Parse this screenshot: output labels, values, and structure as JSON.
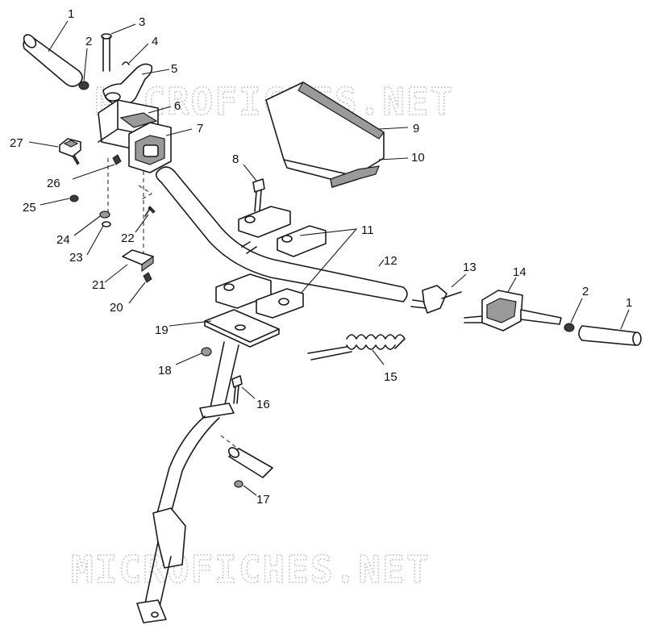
{
  "watermark": {
    "top": "MICROFICHES.NET",
    "bottom": "MICROFICHES.NET"
  },
  "callouts": {
    "c1a": "1",
    "c2a": "2",
    "c3": "3",
    "c4": "4",
    "c5": "5",
    "c6": "6",
    "c7": "7",
    "c8": "8",
    "c9": "9",
    "c10": "10",
    "c11": "11",
    "c12": "12",
    "c13": "13",
    "c14": "14",
    "c2b": "2",
    "c1b": "1",
    "c15": "15",
    "c16": "16",
    "c17": "17",
    "c18": "18",
    "c19": "19",
    "c20": "20",
    "c21": "21",
    "c22": "22",
    "c23": "23",
    "c24": "24",
    "c25": "25",
    "c26": "26",
    "c27": "27"
  }
}
